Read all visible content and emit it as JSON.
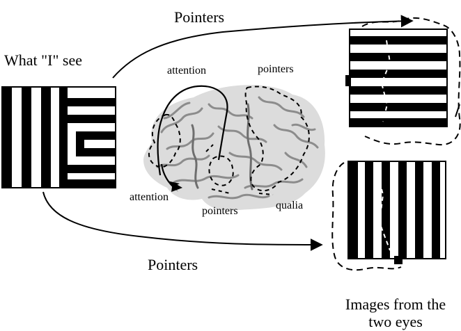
{
  "labels": {
    "pointers_top": "Pointers",
    "what_i_see": "What \"I\" see",
    "attention_top": "attention",
    "pointers_brain_top": "pointers",
    "attention_bottom": "attention",
    "pointers_brain_bottom": "pointers",
    "qualia": "qualia",
    "pointers_bottom": "Pointers",
    "caption": "Images from the two eyes"
  },
  "colors": {
    "ink": "#000000",
    "brain_fill": "#dcdcdc",
    "brain_fold": "#8c8c8c"
  }
}
